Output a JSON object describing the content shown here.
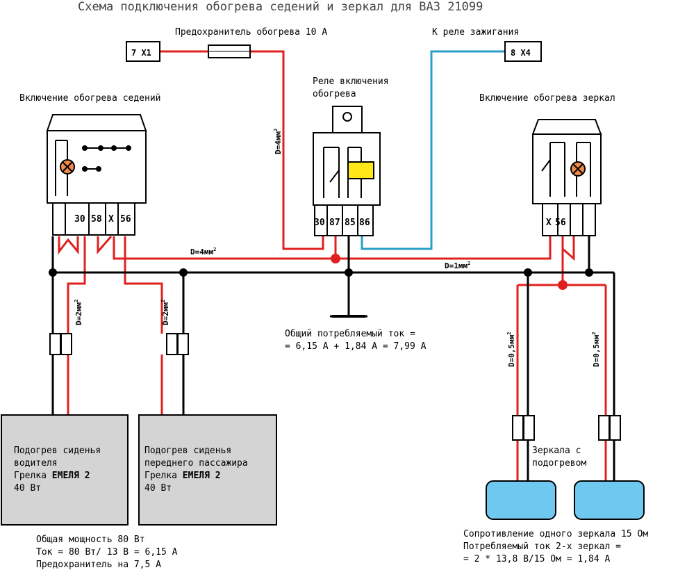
{
  "title": "Схема подключения обогрева седений и зеркал для ВАЗ 21099",
  "connectors": {
    "x1": "7 X1",
    "x4": "8 X4"
  },
  "labels": {
    "fuse_heating": "Предохранитель обогрева 10 А",
    "to_ignition_relay": "К реле зажигания",
    "relay_title_1": "Реле включения",
    "relay_title_2": "обогрева",
    "seat_switch_title": "Включение обогрева седений",
    "mirror_switch_title": "Включение обогрева зеркал",
    "mirrors_1": "Зеркала с",
    "mirrors_2": "подогревом"
  },
  "relay_pins": [
    "30",
    "87",
    "85",
    "86"
  ],
  "seat_switch_pins": [
    "30",
    "58",
    "X",
    "56"
  ],
  "mirror_switch_pins": [
    "X",
    "56"
  ],
  "wire_sizes": {
    "d4_vertical": "D=4мм",
    "d4_horizontal": "D=4мм",
    "d1": "D=1мм",
    "d2_left": "D=2мм",
    "d2_right": "D=2мм",
    "d05_left": "D=0,5мм",
    "d05_right": "D=0,5мм",
    "sup": "2"
  },
  "current_note": {
    "line1": "Общий потребляемый ток =",
    "line2": "= 6,15 А + 1,84 А = 7,99 А"
  },
  "seat_driver": {
    "line1": "Подогрев сиденья",
    "line2": "водителя",
    "line3_prefix": "Грелка ",
    "line3_brand": "ЕМЕЛЯ 2",
    "line4": "40 Вт"
  },
  "seat_passenger": {
    "line1": "Подогрев сиденья",
    "line2": "переднего пассажира",
    "line3_prefix": "Грелка ",
    "line3_brand": "ЕМЕЛЯ 2",
    "line4": "40 Вт"
  },
  "power_note": {
    "line1": "Общая мощность 80 Вт",
    "line2": "Ток = 80 Вт/ 13 В = 6,15 А",
    "line3": "Предохранитель на 7,5 А"
  },
  "mirror_note": {
    "line1": "Сопротивление одного зеркала 15 Ом",
    "line2": "Потребляемый ток 2-х зеркал =",
    "line3": "= 2 * 13,8 В/15 Ом = 1,84 А"
  },
  "colors": {
    "red_wire": "#e0201e",
    "blue_wire": "#2a9fc7",
    "black_wire": "#000000",
    "heater_fill": "#d4d4d4",
    "mirror_fill": "#6ec8ef",
    "relay_coil": "#ffe817",
    "lamp": "#f08a4a"
  }
}
